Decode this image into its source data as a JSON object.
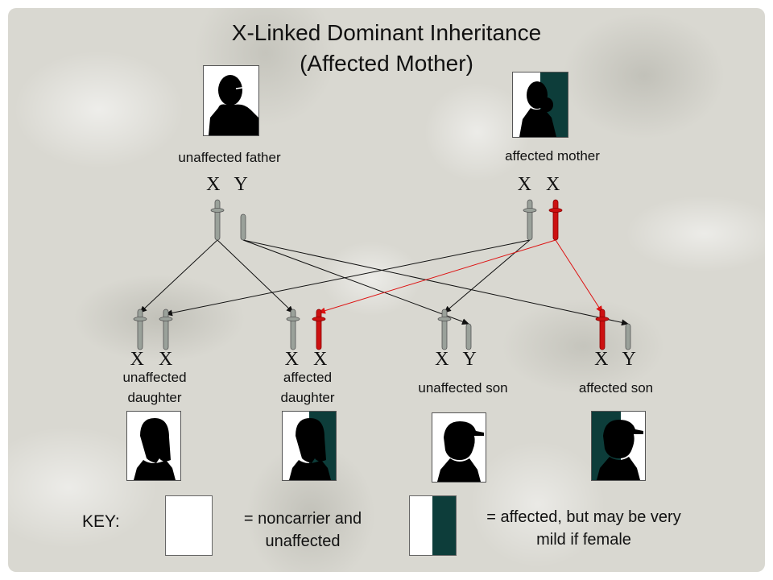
{
  "title": {
    "line1": "X-Linked  Dominant Inheritance",
    "line2": "(Affected Mother)"
  },
  "parents": {
    "father": {
      "label": "unaffected father",
      "chromosomes": "X Y"
    },
    "mother": {
      "label": "affected mother",
      "chromosomes": "X X"
    }
  },
  "children": [
    {
      "label_line1": "unaffected",
      "label_line2": "daughter",
      "chromosomes": "X X"
    },
    {
      "label_line1": "affected",
      "label_line2": "daughter",
      "chromosomes": "X X"
    },
    {
      "label_line1": "unaffected son",
      "label_line2": "",
      "chromosomes": "X Y"
    },
    {
      "label_line1": "affected son",
      "label_line2": "",
      "chromosomes": "X Y"
    }
  ],
  "key": {
    "label": "KEY:",
    "unaffected_line1": "= noncarrier and",
    "unaffected_line2": "unaffected",
    "affected_line1": "= affected, but may be very",
    "affected_line2": "mild if female"
  },
  "colors": {
    "affected_fill": "#0d3d3a",
    "normal_chromosome": "#9aa19a",
    "affected_chromosome": "#cc1111",
    "normal_arrow": "#111111",
    "affected_arrow": "#dd1111"
  }
}
